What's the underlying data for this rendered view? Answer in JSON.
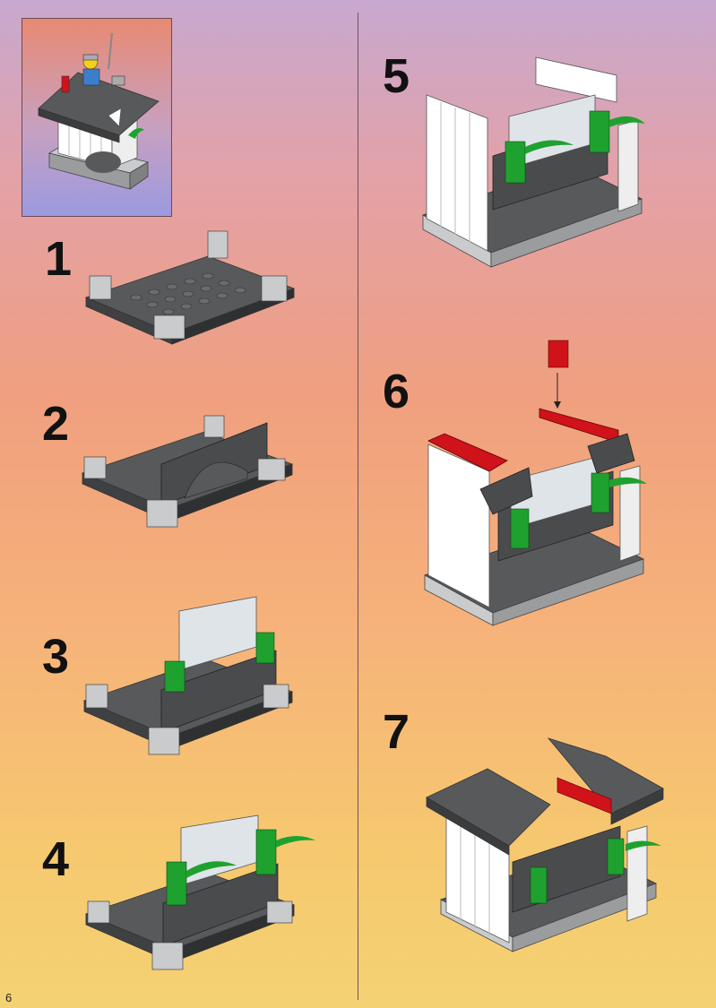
{
  "page": {
    "page_number": "6",
    "steps": [
      {
        "number": "1"
      },
      {
        "number": "2"
      },
      {
        "number": "3"
      },
      {
        "number": "4"
      },
      {
        "number": "5"
      },
      {
        "number": "6"
      },
      {
        "number": "7"
      }
    ]
  },
  "colors": {
    "dark_gray": "#58595b",
    "light_gray": "#c9cbcd",
    "white": "#ffffff",
    "green": "#1fa12f",
    "red": "#d0121b",
    "clear": "#dfe4e8"
  }
}
